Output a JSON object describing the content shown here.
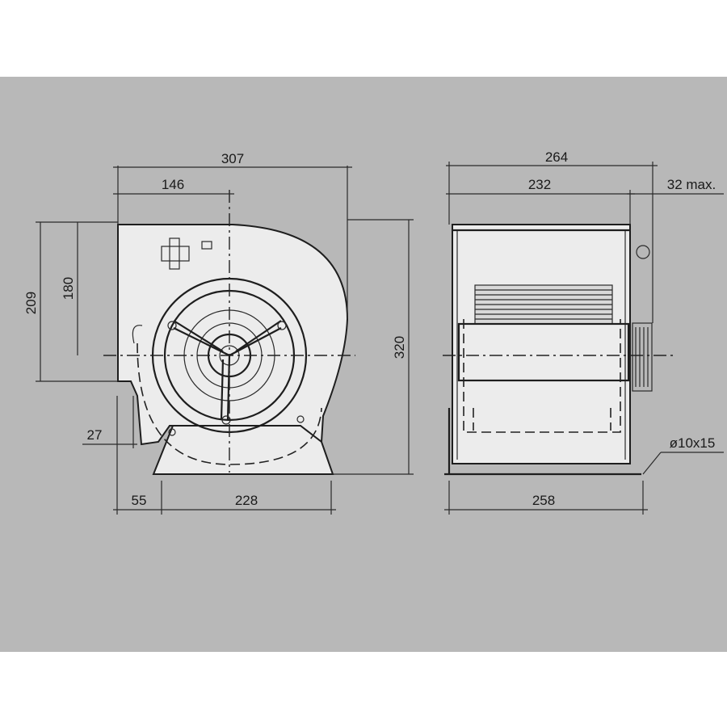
{
  "colors": {
    "page": "#ffffff",
    "sheet": "#b8b8b8",
    "ink": "#1e1e1e",
    "part_fill": "#ececec"
  },
  "front_view": {
    "dimensions": {
      "overall_width": "307",
      "shaft_offset": "146",
      "height_209": "209",
      "height_180": "180",
      "overall_height": "320",
      "base_height": "27",
      "base_offset": "55",
      "base_width": "228"
    }
  },
  "side_view": {
    "dimensions": {
      "overall_depth": "264",
      "housing_depth": "232",
      "motor_protrusion": "32 max.",
      "base_depth": "258",
      "mounting_hole": "ø10x15"
    }
  }
}
